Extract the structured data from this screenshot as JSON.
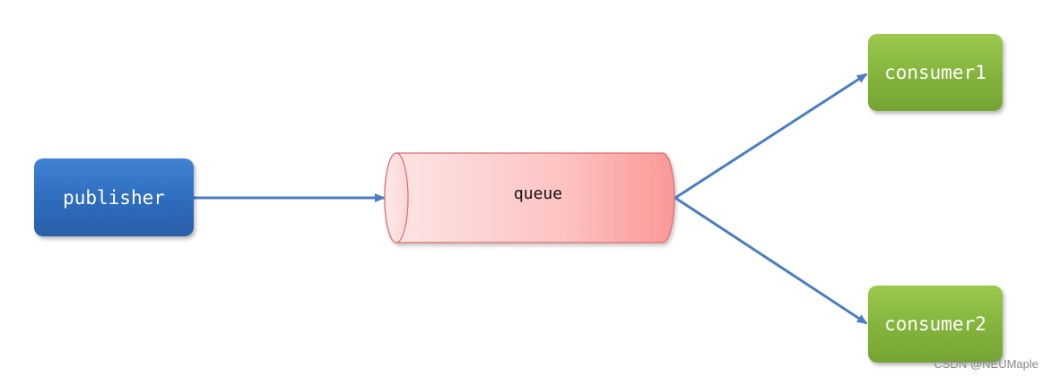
{
  "diagram": {
    "nodes": {
      "publisher": "publisher",
      "queue": "queue",
      "consumer1": "consumer1",
      "consumer2": "consumer2"
    },
    "edges": [
      {
        "from": "publisher",
        "to": "queue"
      },
      {
        "from": "queue",
        "to": "consumer1"
      },
      {
        "from": "queue",
        "to": "consumer2"
      }
    ],
    "colors": {
      "publisher_fill": "#3a78c8",
      "queue_fill_left": "#fde3e3",
      "queue_fill_right": "#fb9f9f",
      "queue_border": "#e06a6a",
      "consumer_fill": "#8cbc40",
      "arrow": "#4a7ec0"
    }
  },
  "watermark": "CSDN @NEUMaple"
}
